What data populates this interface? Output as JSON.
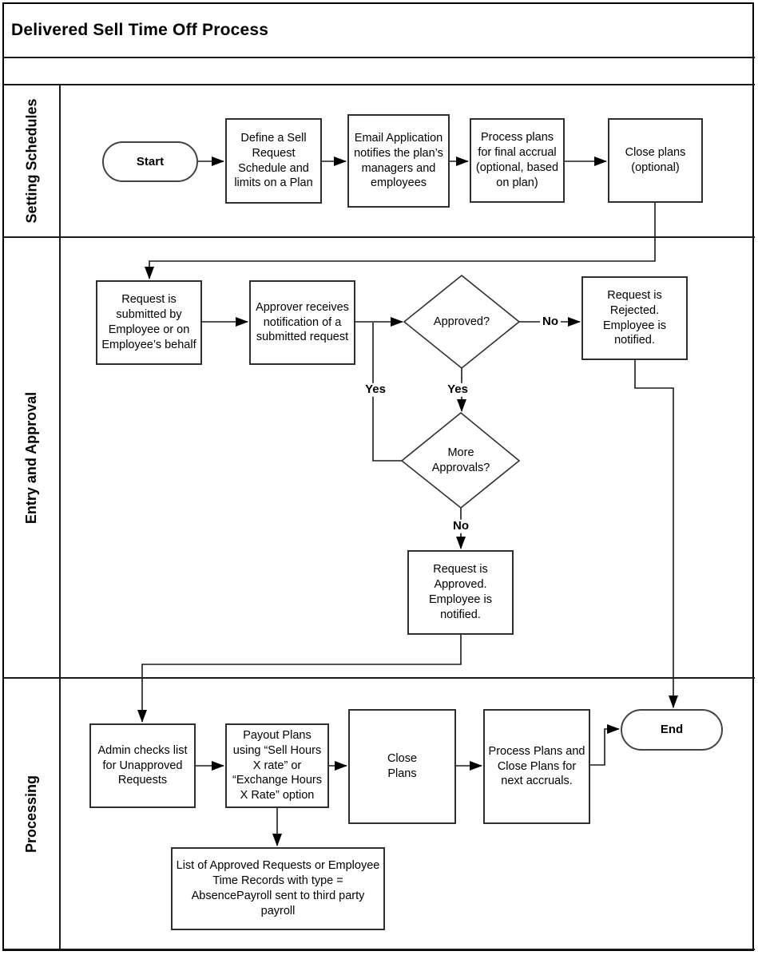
{
  "title": "Delivered Sell Time Off Process",
  "lanes": [
    {
      "label": "Setting Schedules"
    },
    {
      "label": "Entry and Approval"
    },
    {
      "label": "Processing"
    }
  ],
  "nodes": {
    "start": {
      "type": "terminator",
      "text": "Start"
    },
    "define_schedule": {
      "type": "process",
      "text": "Define a Sell Request Schedule and limits on a Plan"
    },
    "email_app": {
      "type": "process",
      "text": "Email Application notifies the plan’s managers and employees"
    },
    "process_final": {
      "type": "process",
      "text": "Process plans for final accrual (optional, based on plan)"
    },
    "close_optional": {
      "type": "process",
      "text": "Close plans (optional)"
    },
    "request_submitted": {
      "type": "process",
      "text": "Request is submitted by Employee or on Employee’s behalf"
    },
    "approver_notified": {
      "type": "process",
      "text": "Approver receives notification of a submitted request"
    },
    "approved_decision": {
      "type": "decision",
      "text": "Approved?"
    },
    "request_rejected": {
      "type": "process",
      "text": "Request is Rejected. Employee is notified."
    },
    "more_approvals": {
      "type": "decision",
      "text": "More Approvals?"
    },
    "request_approved": {
      "type": "process",
      "text": "Request is Approved. Employee is notified."
    },
    "admin_checks": {
      "type": "process",
      "text": "Admin checks list for Unapproved Requests"
    },
    "payout_plans": {
      "type": "process",
      "text": "Payout Plans using “Sell Hours X rate” or “Exchange Hours X Rate” option"
    },
    "close_plans": {
      "type": "process",
      "text": "Close\nPlans"
    },
    "process_next": {
      "type": "process",
      "text": "Process Plans and Close Plans for next accruals."
    },
    "end": {
      "type": "terminator",
      "text": "End"
    },
    "list_note": {
      "type": "process",
      "text": "List of Approved Requests or Employee Time Records with type = AbsencePayroll sent to third party payroll"
    }
  },
  "edge_labels": {
    "yes_loop": "Yes",
    "yes_down": "Yes",
    "no_right": "No",
    "no_down": "No"
  },
  "colors": {
    "line": "#1a1a1a",
    "border": "#2f2f2f",
    "background": "#ffffff"
  }
}
